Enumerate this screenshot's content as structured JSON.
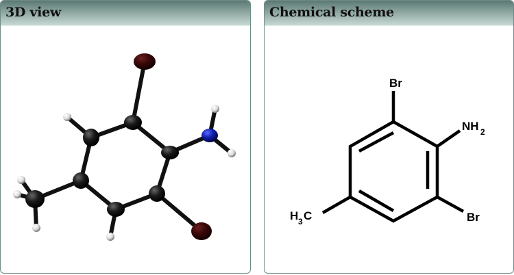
{
  "panels": {
    "view3d": {
      "title": "3D view"
    },
    "scheme": {
      "title": "Chemical scheme",
      "labels": {
        "br_top": "Br",
        "nh": "NH",
        "nh_sub": "2",
        "br_bottom": "Br",
        "h": "H",
        "h_sub": "3",
        "c": "C"
      }
    }
  },
  "colors": {
    "header_top": "#5b7973",
    "header_bottom": "#c8d9d5",
    "carbon": "#1a1a1a",
    "nitrogen": "#1020b0",
    "bromine": "#3a0808",
    "hydrogen": "#f0f0f0"
  }
}
